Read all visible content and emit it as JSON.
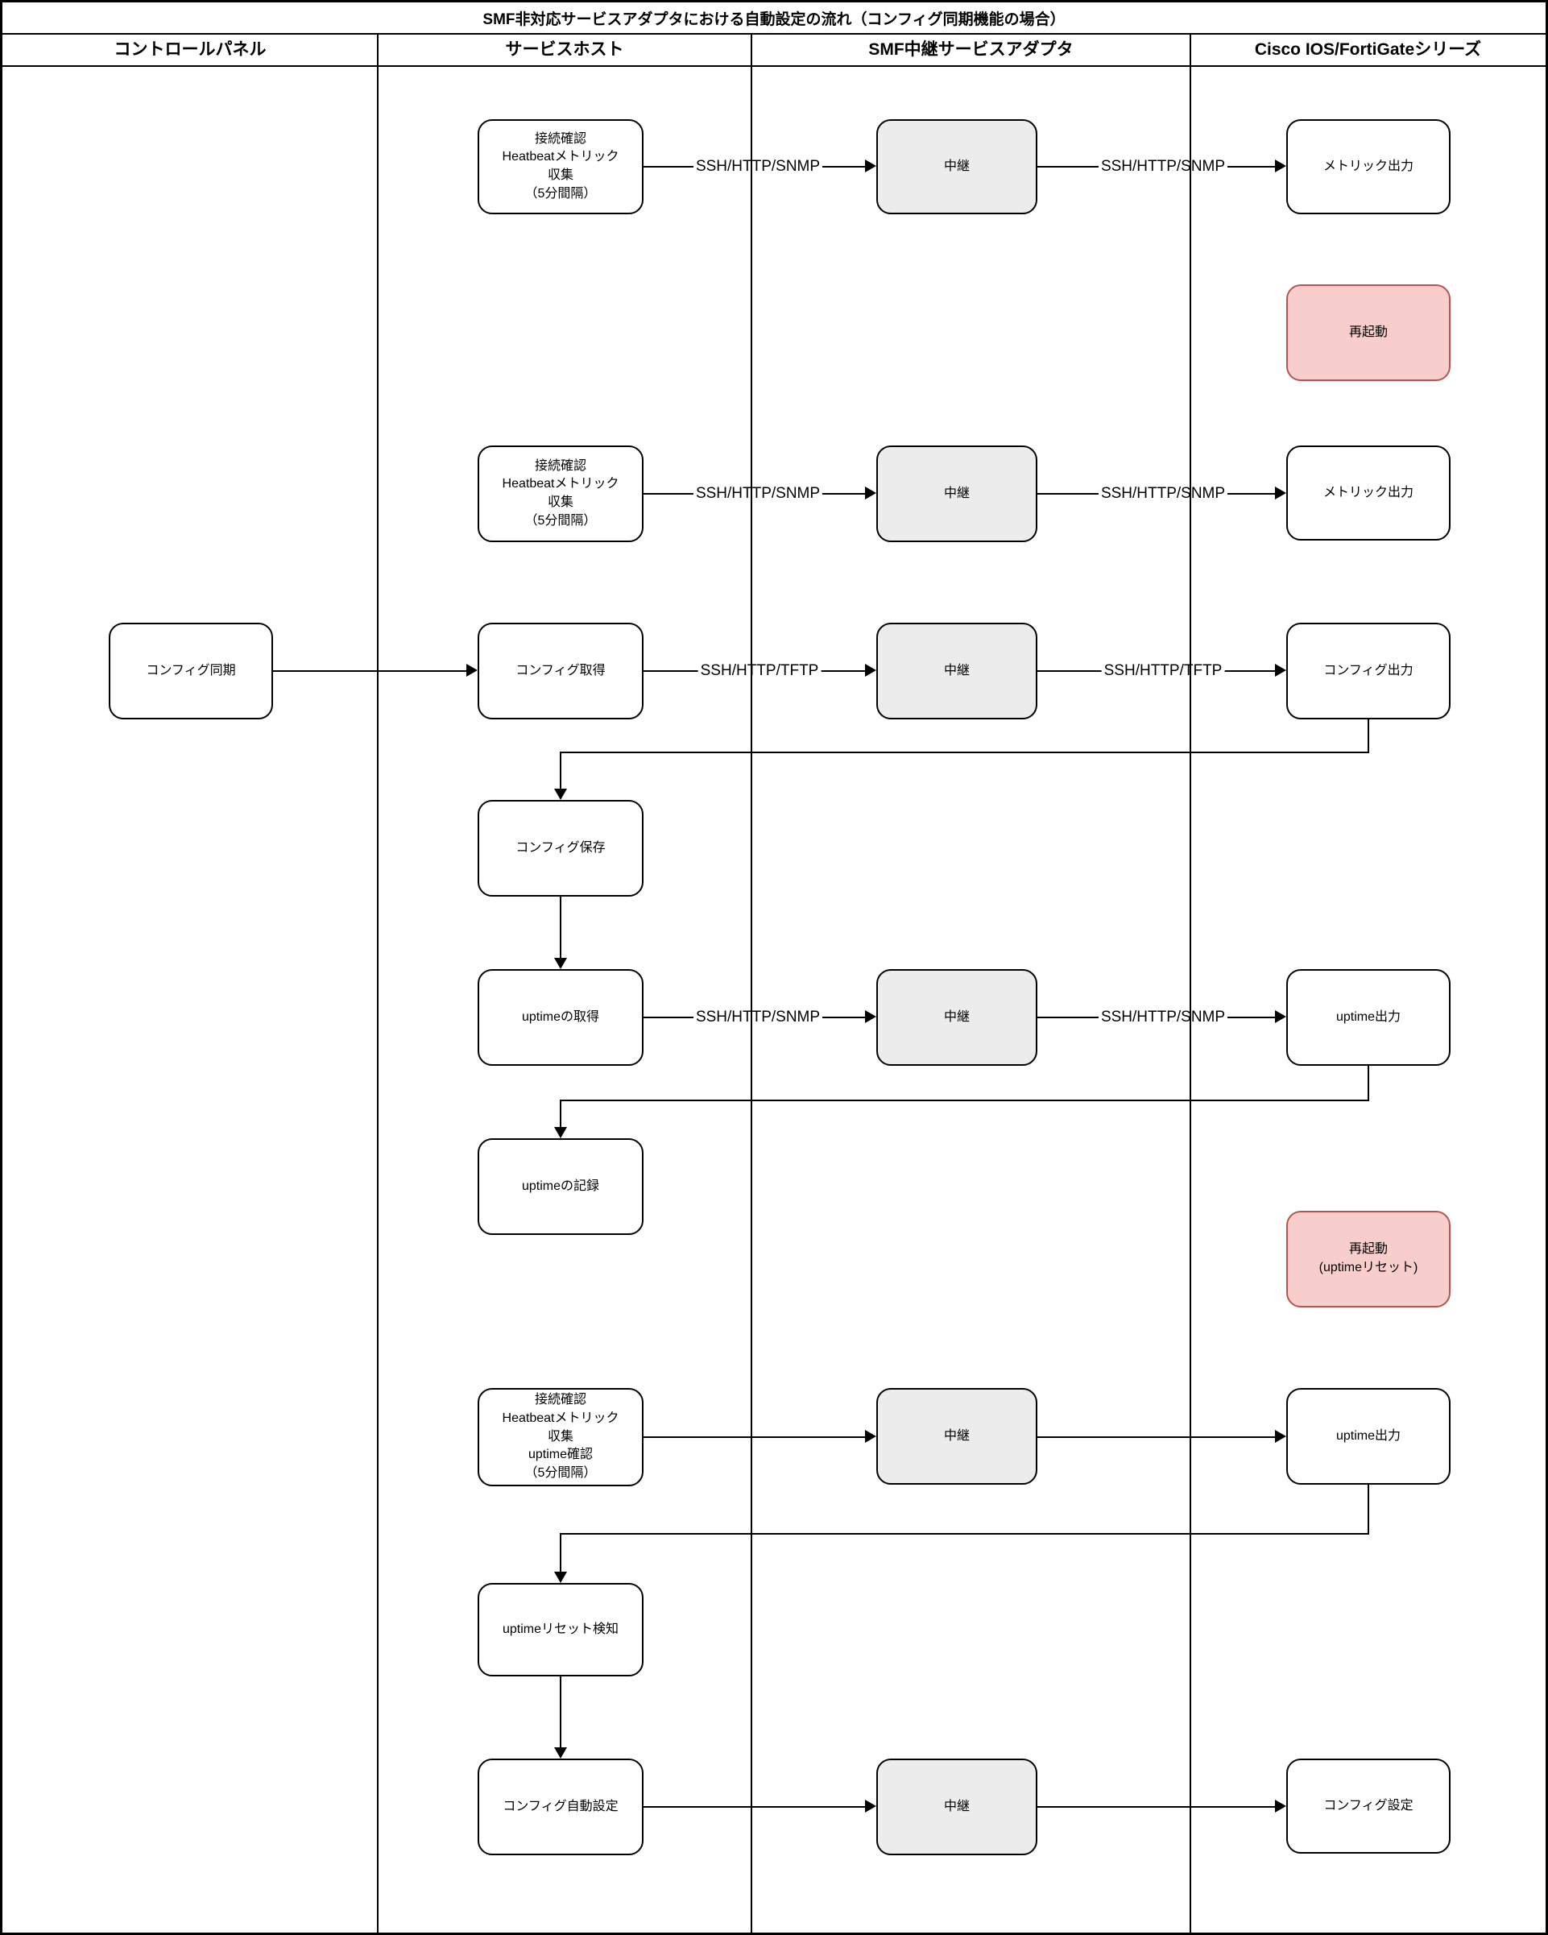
{
  "title": "SMF非対応サービスアダプタにおける自動設定の流れ（コンフィグ同期機能の場合）",
  "lanes": [
    {
      "label": "コントロールパネル"
    },
    {
      "label": "サービスホスト"
    },
    {
      "label": "SMF中継サービスアダプタ"
    },
    {
      "label": "Cisco IOS/FortiGateシリーズ"
    }
  ],
  "edge_labels": {
    "ssh_http_snmp": "SSH/HTTP/SNMP",
    "ssh_http_tftp": "SSH/HTTP/TFTP"
  },
  "nodes": {
    "heartbeat_metric": "接続確認\nHeatbeatメトリック\n収集\n（5分間隔）",
    "relay": "中継",
    "metric_output": "メトリック出力",
    "reboot": "再起動",
    "config_sync": "コンフィグ同期",
    "config_get": "コンフィグ取得",
    "config_output": "コンフィグ出力",
    "config_save": "コンフィグ保存",
    "uptime_get": "uptimeの取得",
    "uptime_output": "uptime出力",
    "uptime_record": "uptimeの記録",
    "reboot_uptime_reset": "再起動\n(uptimeリセット)",
    "heartbeat_uptime": "接続確認\nHeatbeatメトリック\n収集\nuptime確認\n（5分間隔）",
    "uptime_reset_detect": "uptimeリセット検知",
    "config_auto_set": "コンフィグ自動設定",
    "config_set": "コンフィグ設定"
  },
  "colors": {
    "relay_fill": "#ececec",
    "alert_fill": "#f8cecc",
    "alert_border": "#b85450",
    "line": "#000000"
  }
}
